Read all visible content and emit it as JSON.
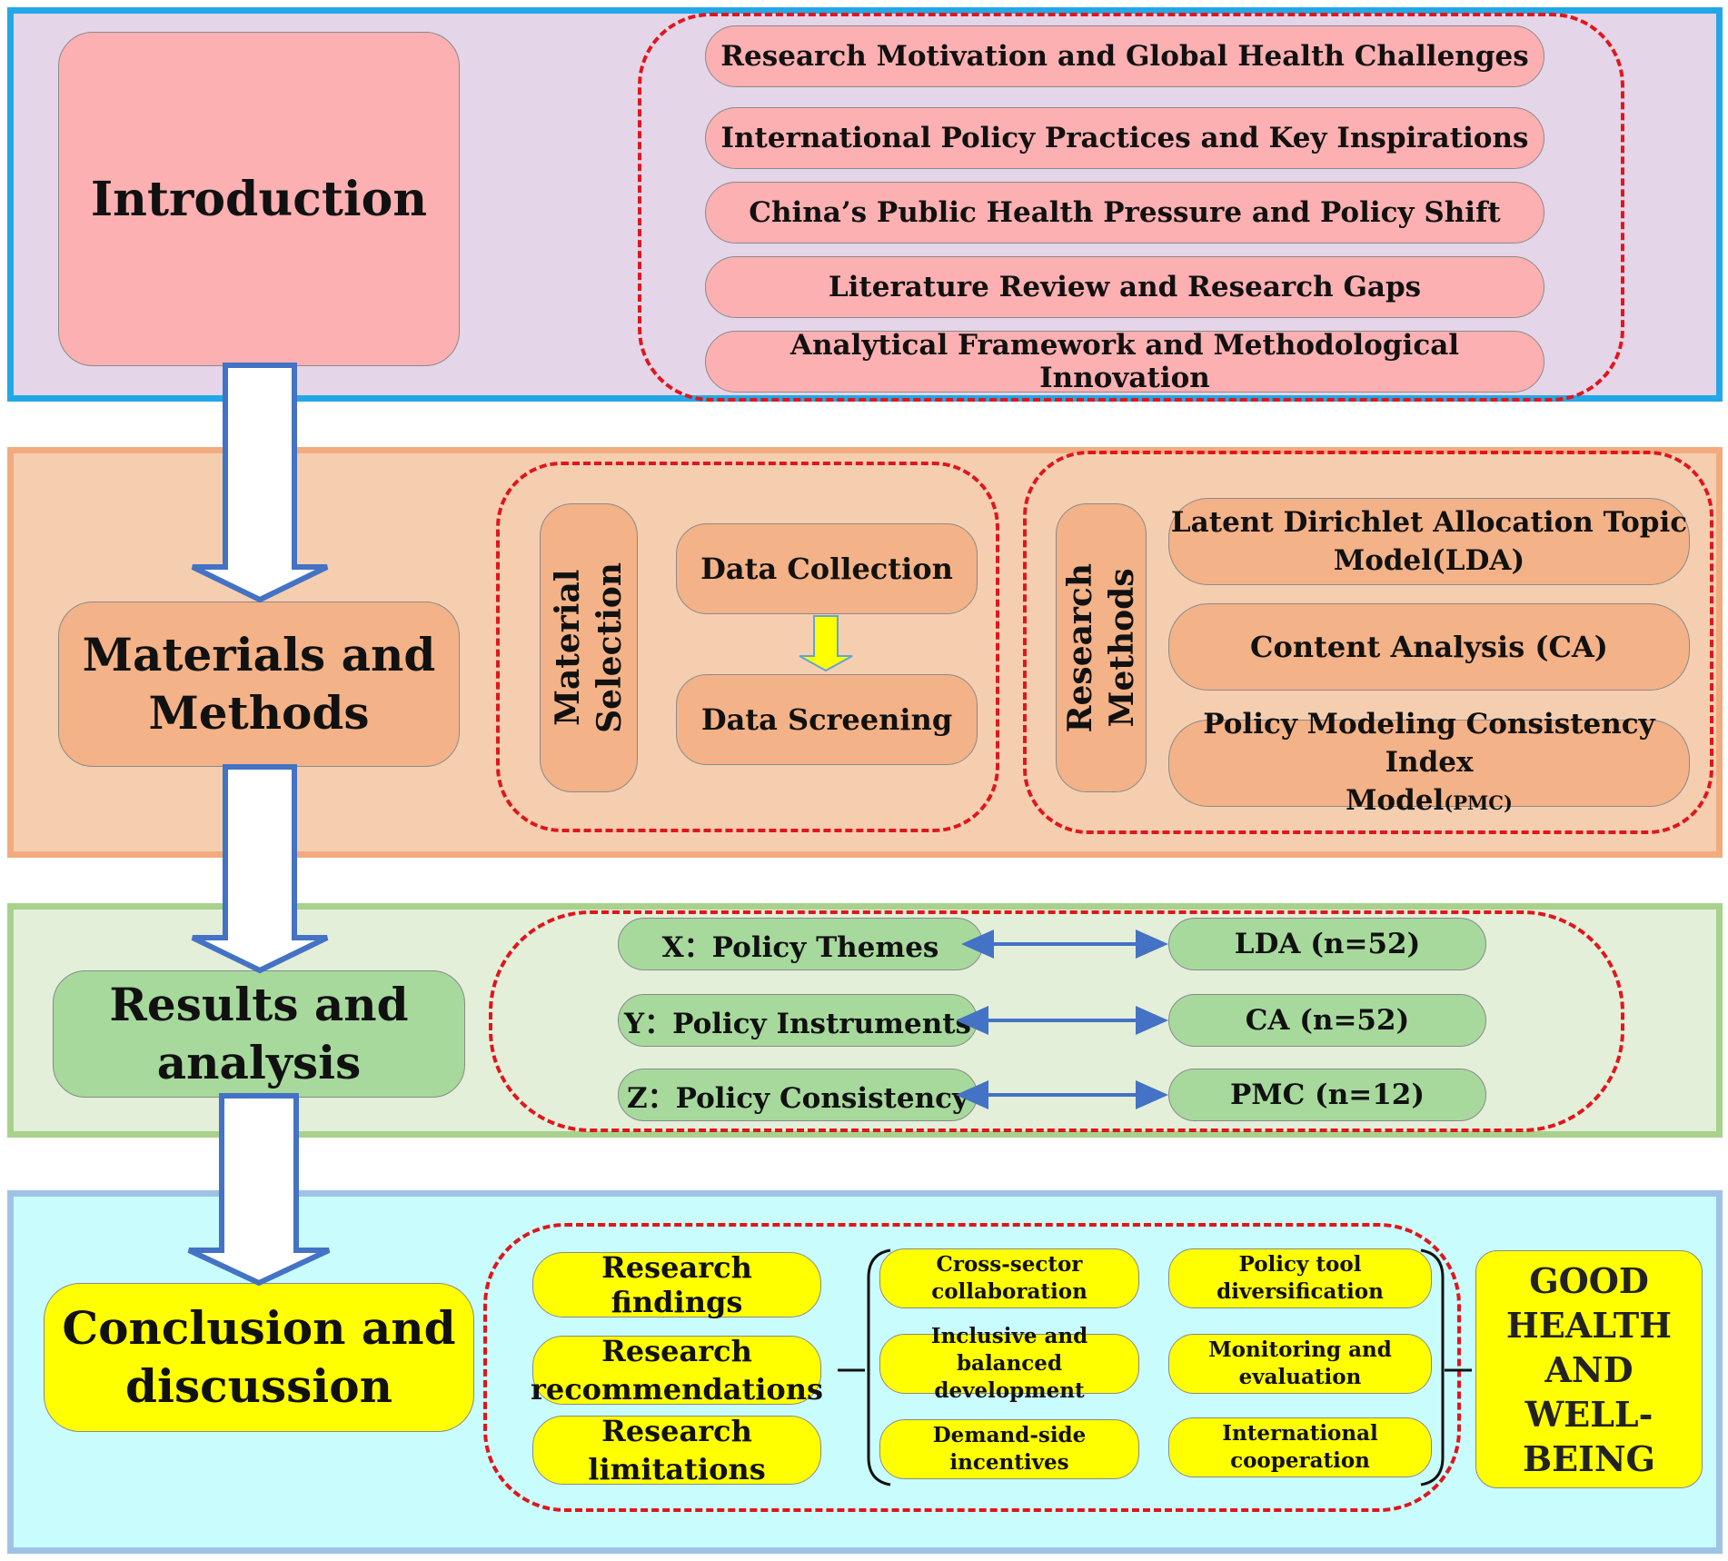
{
  "introduction": {
    "title": "Introduction",
    "items": [
      "Research Motivation and Global Health Challenges",
      "International Policy Practices and Key Inspirations",
      "China’s Public Health Pressure and Policy Shift",
      "Literature Review and Research Gaps",
      "Analytical Framework and Methodological Innovation"
    ]
  },
  "materials_methods": {
    "title_line1": "Materials and",
    "title_line2": "Methods",
    "material_selection": {
      "label_line1": "Material",
      "label_line2": "Selection",
      "data_collection": "Data Collection",
      "data_screening": "Data Screening"
    },
    "research_methods": {
      "label_line1": "Research",
      "label_line2": "Methods",
      "lda_line1": "Latent Dirichlet Allocation Topic",
      "lda_line2": "Model(LDA)",
      "ca": "Content Analysis (CA)",
      "pmc_line1": "Policy Modeling Consistency Index",
      "pmc_line2_main": "Model",
      "pmc_line2_small": "(PMC)"
    }
  },
  "results": {
    "title_line1": "Results and",
    "title_line2": "analysis",
    "rows": [
      {
        "left": "X：Policy Themes",
        "right": "LDA  (n=52)"
      },
      {
        "left": "Y：Policy Instruments",
        "right": "CA (n=52)"
      },
      {
        "left": "Z：Policy Consistency",
        "right": "PMC (n=12)"
      }
    ]
  },
  "conclusion": {
    "title_line1": "Conclusion and",
    "title_line2": "discussion",
    "left_items": [
      {
        "line1": "Research findings",
        "line2": ""
      },
      {
        "line1": "Research",
        "line2": "recommendations"
      },
      {
        "line1": "Research",
        "line2": "limitations"
      }
    ],
    "recommendations": [
      {
        "line1": "Cross-sector",
        "line2": "collaboration"
      },
      {
        "line1": "Policy tool",
        "line2": "diversification"
      },
      {
        "line1": "Inclusive and balanced",
        "line2": "development"
      },
      {
        "line1": "Monitoring and",
        "line2": "evaluation"
      },
      {
        "line1": "Demand-side",
        "line2": "incentives"
      },
      {
        "line1": "International",
        "line2": "cooperation"
      }
    ],
    "goal": [
      "GOOD",
      "HEALTH",
      "AND",
      "WELL-",
      "BEING"
    ]
  }
}
